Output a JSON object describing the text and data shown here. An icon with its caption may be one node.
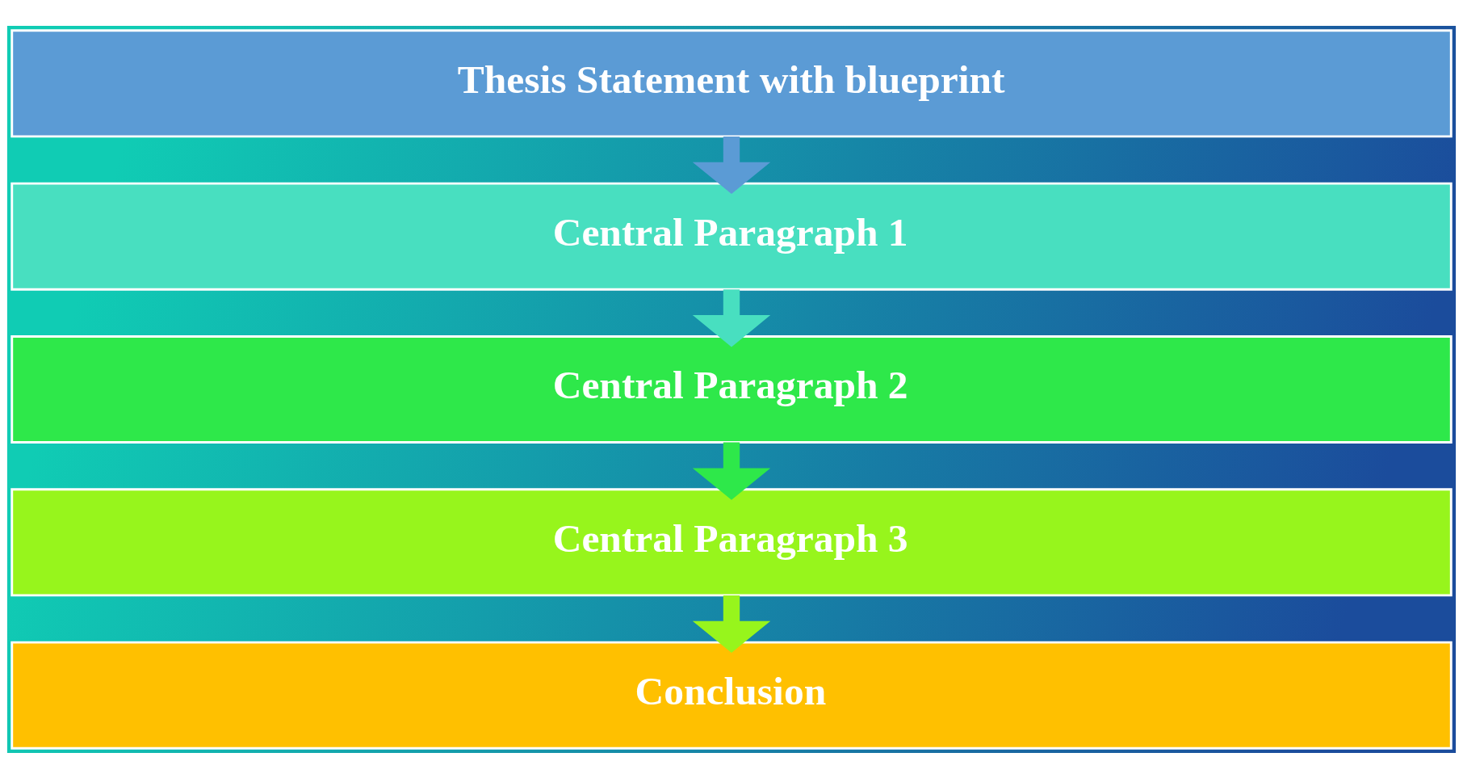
{
  "diagram": {
    "nodes": [
      {
        "text": [
          "Thesis Statement with blueprint"
        ]
      },
      {
        "text": [
          "Central Paragraph 1"
        ]
      },
      {
        "text": [
          "Central Paragraph 2"
        ]
      },
      {
        "text": [
          "Central Paragraph 3"
        ]
      },
      {
        "text": [
          "Conclusion"
        ]
      }
    ],
    "edges": [
      {
        "from": 0,
        "to": 1,
        "arrow": "to",
        "color": "#5b9bd5"
      },
      {
        "from": 1,
        "to": 2,
        "arrow": "to",
        "color": "#48dfc0"
      },
      {
        "from": 2,
        "to": 3,
        "arrow": "to",
        "color": "#2ee84a"
      },
      {
        "from": 3,
        "to": 4,
        "arrow": "to",
        "color": "#97f51c"
      }
    ]
  }
}
